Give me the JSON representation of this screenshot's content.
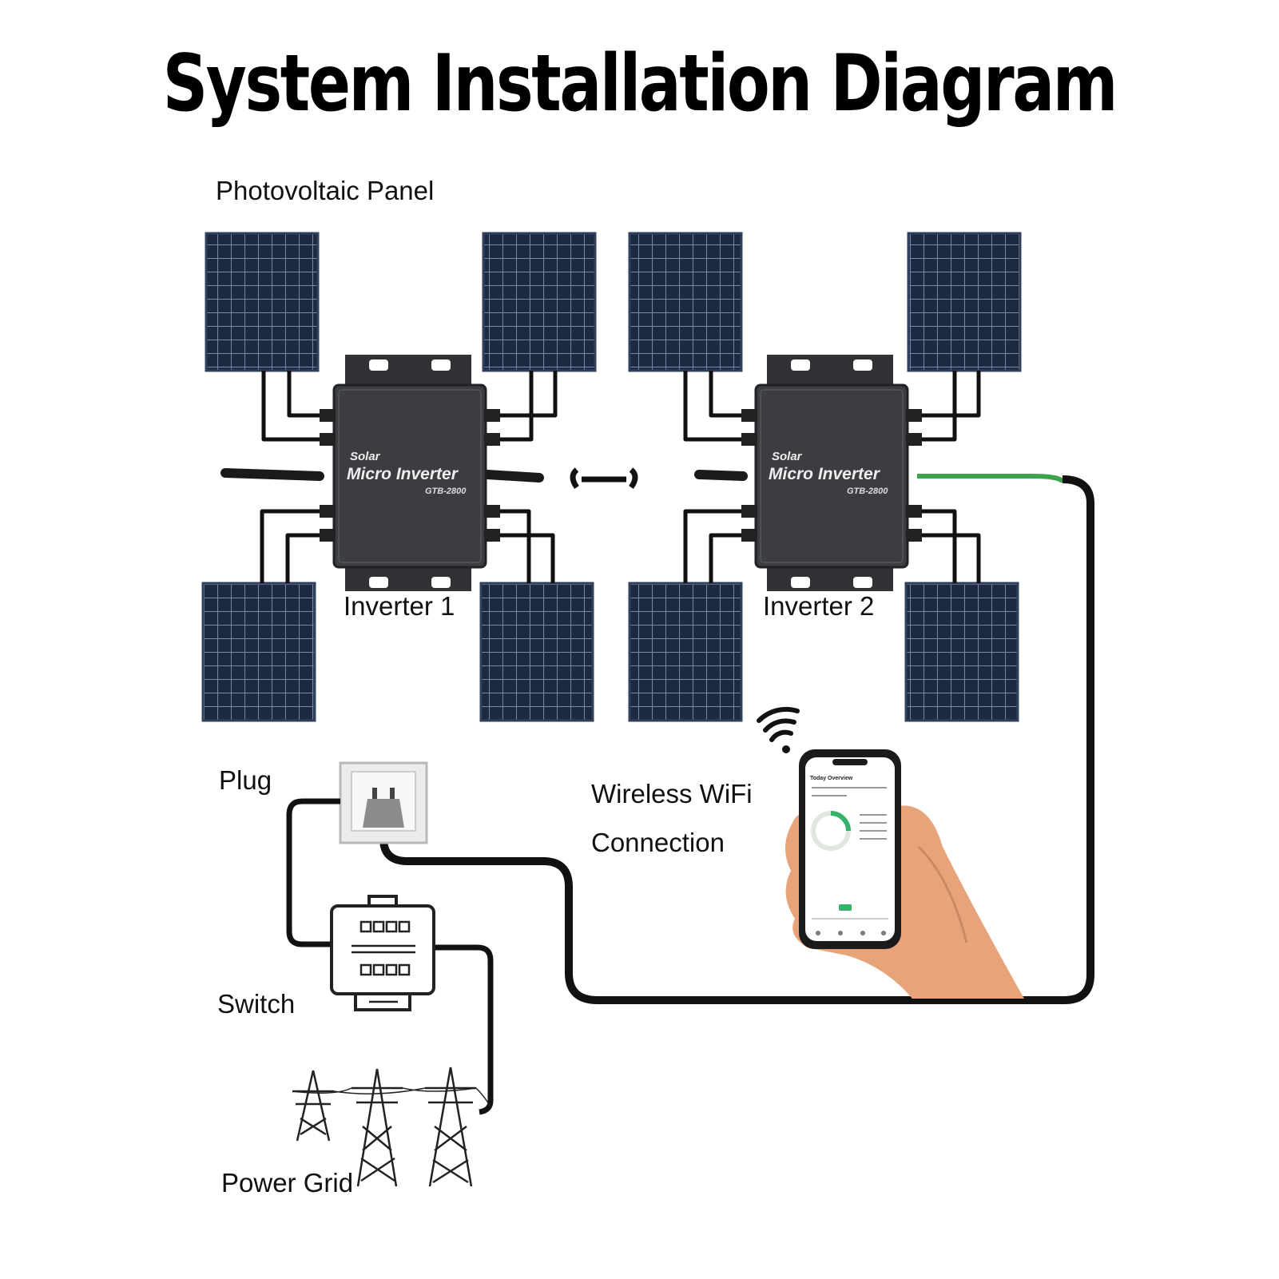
{
  "title": "System Installation Diagram",
  "labels": {
    "pv_panel": "Photovoltaic Panel",
    "inverter1": "Inverter 1",
    "inverter2": "Inverter 2",
    "plug": "Plug",
    "wifi_line1": "Wireless WiFi",
    "wifi_line2": "Connection",
    "switch": "Switch",
    "power_grid": "Power Grid"
  },
  "inverter": {
    "brand": "Solar",
    "name": "Micro Inverter",
    "model": "GTB-2800"
  },
  "phone_app": {
    "header": "Today Overview"
  },
  "colors": {
    "panel": "#1d2a44",
    "panel_grid": "#6f7d98",
    "inverter_body": "#3b3d40",
    "cable": "#111111",
    "ground_wire": "#3fa34d"
  }
}
